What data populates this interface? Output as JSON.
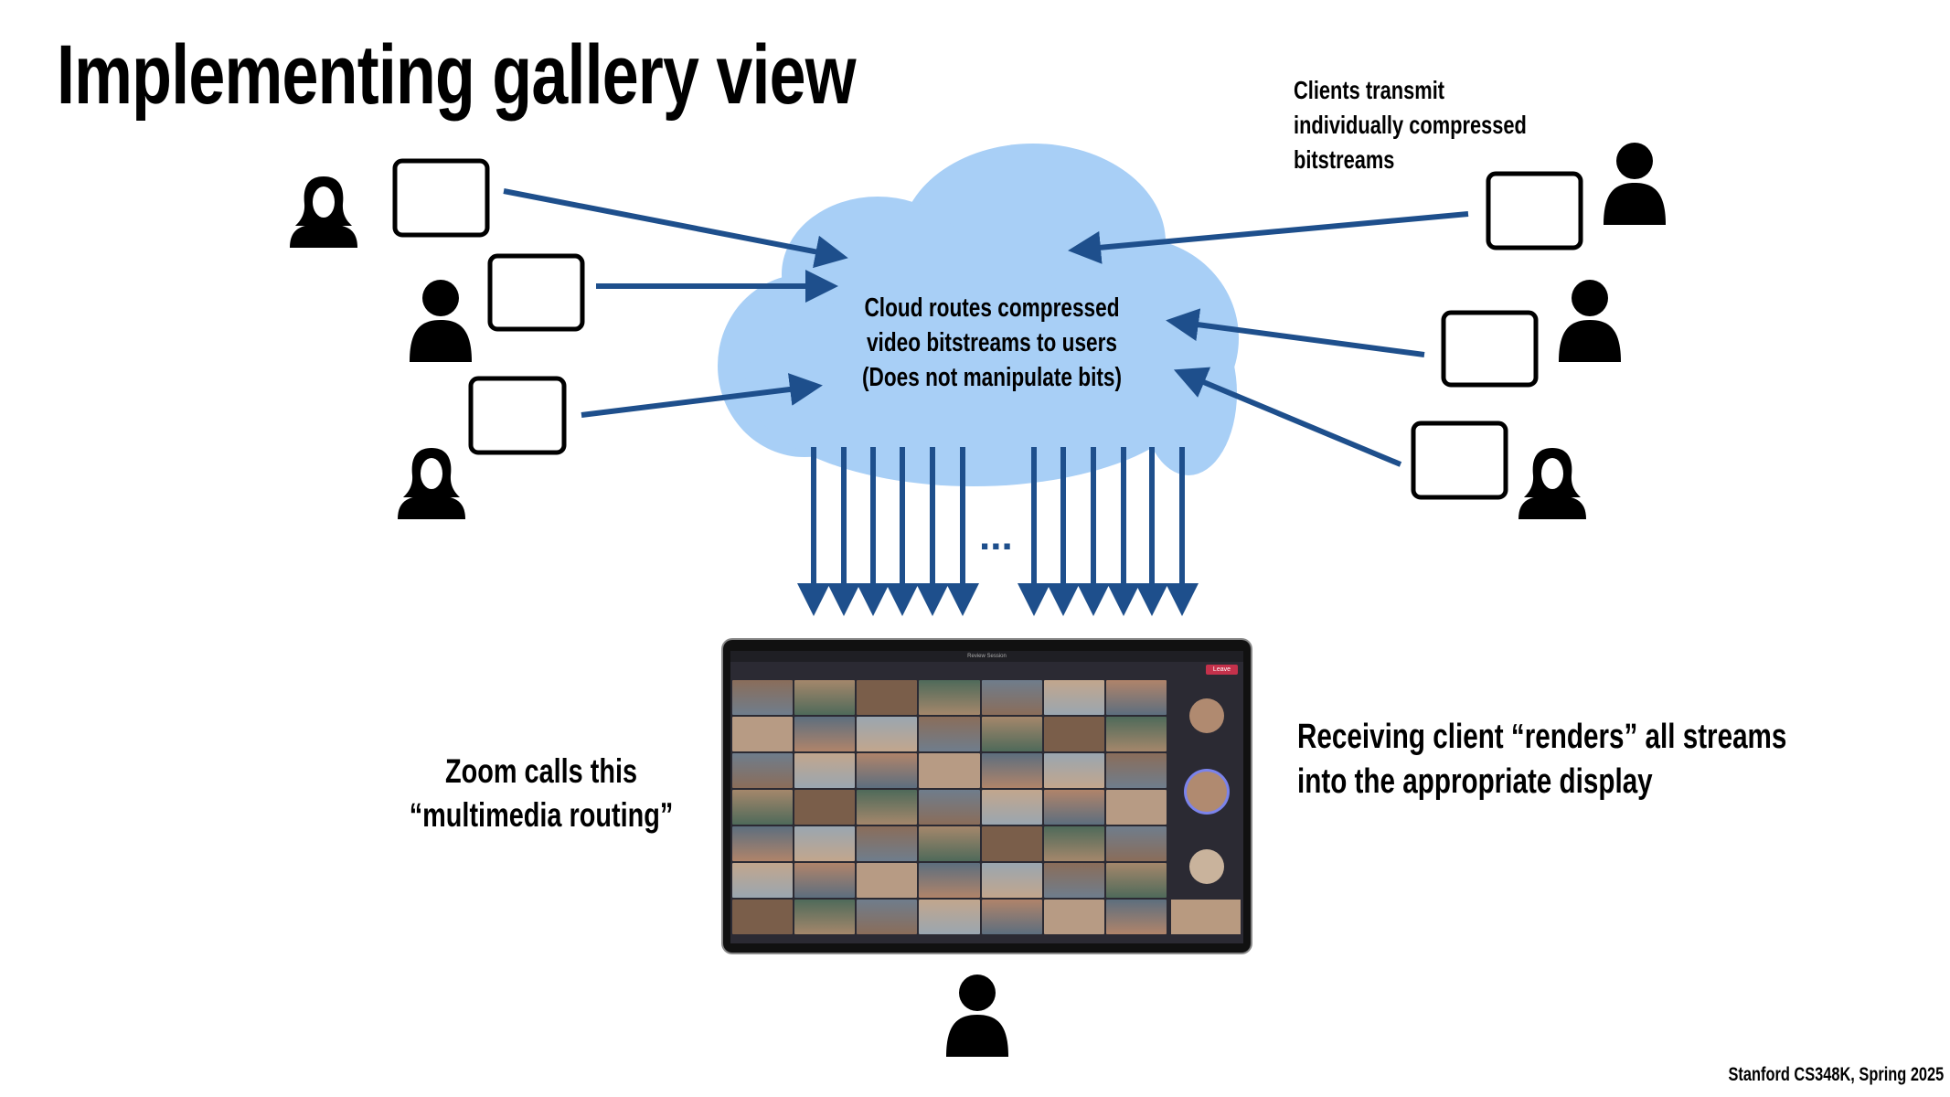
{
  "title": "Implementing gallery view",
  "cloud_text": [
    "Cloud routes compressed",
    "video bitstreams to users",
    "(Does not manipulate bits)"
  ],
  "clients_note": [
    "Clients transmit",
    "individually compressed",
    "bitstreams"
  ],
  "zoom_note": [
    "Zoom calls this",
    "“multimedia routing”"
  ],
  "receiving_note": [
    "Receiving client “renders” all streams",
    "into the appropriate display"
  ],
  "ellipsis": "...",
  "footer": "Stanford CS348K, Spring 2025",
  "tablet": {
    "window_title": "Review Session",
    "leave_button": "Leave",
    "grid_rows": 7,
    "grid_cols": 7
  },
  "colors": {
    "cloud": "#a8cff6",
    "arrow": "#1e4f8c",
    "leave": "#c4314b"
  },
  "icons": [
    "person-female-icon",
    "person-male-icon",
    "video-frame-icon",
    "arrow-icon",
    "cloud-icon"
  ]
}
